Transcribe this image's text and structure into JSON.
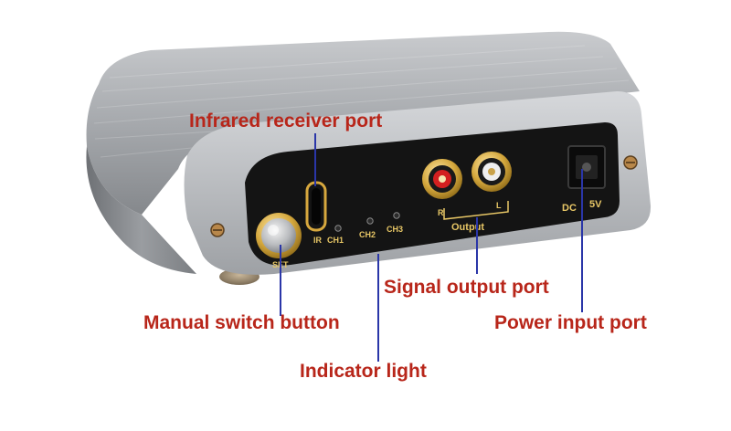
{
  "colors": {
    "callout_text": "#b8261a",
    "leader_line": "#2a36a8",
    "panel": "#141414",
    "silk": "#e8c766",
    "housing": "#8f9296"
  },
  "callouts": {
    "infrared_receiver_port": "Infrared receiver port",
    "signal_output_port": "Signal output port",
    "manual_switch_button": "Manual switch button",
    "power_input_port": "Power input port",
    "indicator_light": "Indicator light"
  },
  "panel_labels": {
    "set": "SET",
    "ir": "IR",
    "ch1": "CH1",
    "ch2": "CH2",
    "ch3": "CH3",
    "r": "R",
    "l": "L",
    "output": "Output",
    "dc": "DC",
    "volt": "5V"
  }
}
